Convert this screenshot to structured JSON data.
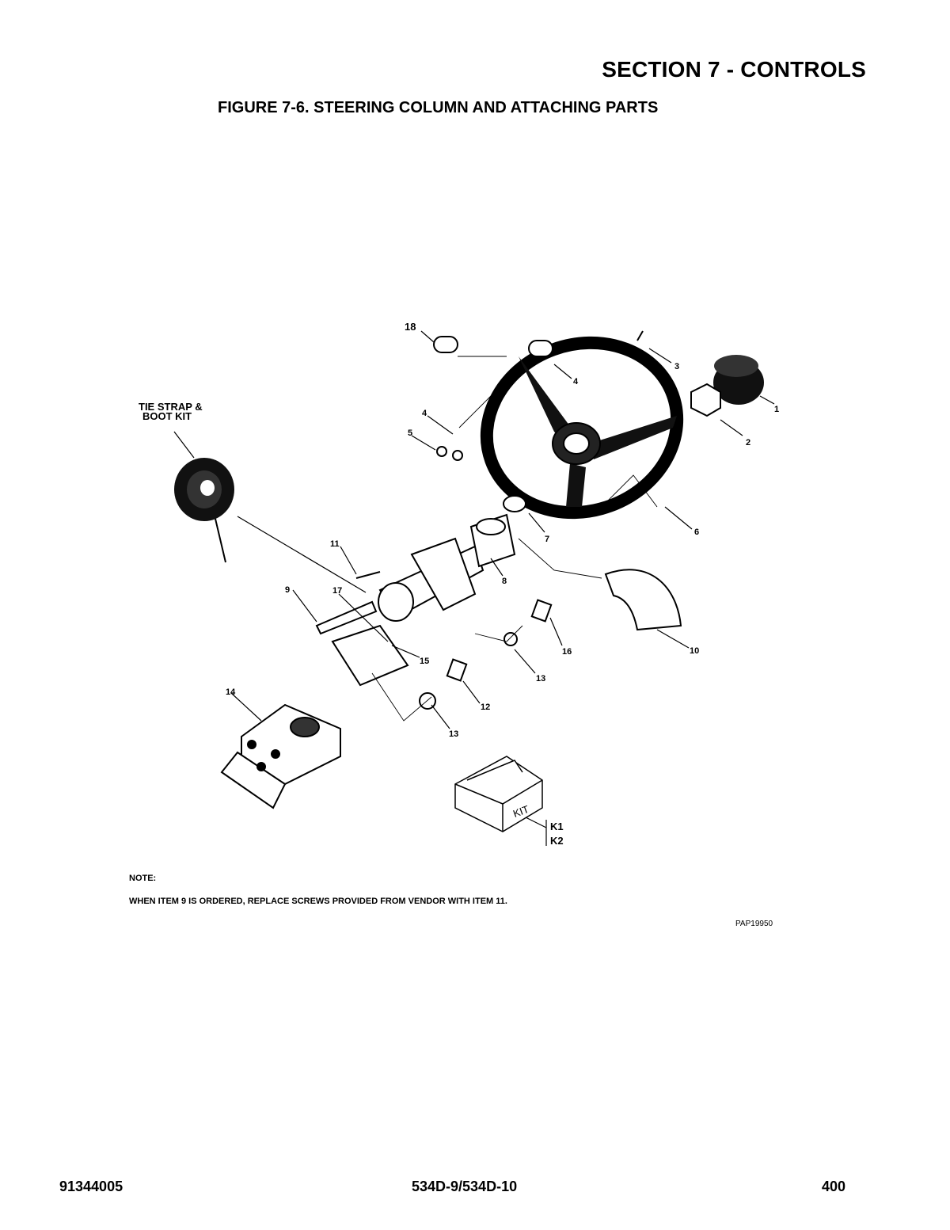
{
  "header": {
    "section": "SECTION 7 - CONTROLS",
    "figure_title": "FIGURE 7-6. STEERING COLUMN AND ATTACHING PARTS"
  },
  "diagram": {
    "kit_callout_line1": "TIE STRAP &",
    "kit_callout_line2": "BOOT KIT",
    "kit_box_text": "KIT",
    "callouts": {
      "c1": "1",
      "c2": "2",
      "c3": "3",
      "c4a": "4",
      "c4b": "4",
      "c5": "5",
      "c6": "6",
      "c7": "7",
      "c8": "8",
      "c9": "9",
      "c10": "10",
      "c11": "11",
      "c12": "12",
      "c13a": "13",
      "c13b": "13",
      "c14": "14",
      "c15": "15",
      "c16": "16",
      "c17": "17",
      "c18": "18",
      "k1": "K1",
      "k2": "K2"
    }
  },
  "note": {
    "label": "NOTE:",
    "text": "WHEN ITEM 9 IS ORDERED, REPLACE SCREWS PROVIDED FROM VENDOR WITH ITEM 11."
  },
  "figure_code": "PAP19950",
  "footer": {
    "part_number": "91344005",
    "model": "534D-9/534D-10",
    "page": "400"
  }
}
